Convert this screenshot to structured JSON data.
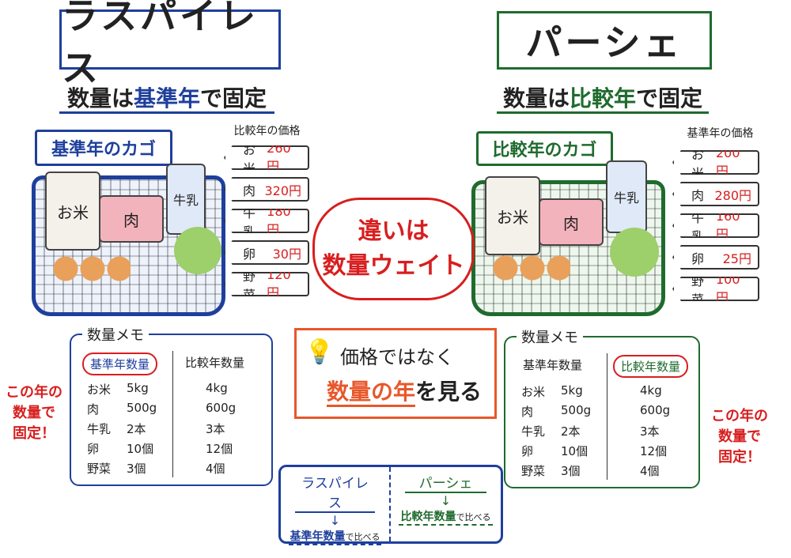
{
  "colors": {
    "laspeyres": "#1e3f9c",
    "paasche": "#1f6b2e",
    "accent": "#d81e1e"
  },
  "left": {
    "title": "ラスパイレス",
    "subtitle": {
      "pre": "数量は",
      "key": "基準年",
      "post": "で固定"
    },
    "basket_label": "基準年のカゴ",
    "price_heading": "比較年の価格",
    "prices": [
      {
        "item": "お米",
        "price": "260円"
      },
      {
        "item": "肉",
        "price": "320円"
      },
      {
        "item": "牛乳",
        "price": "180円"
      },
      {
        "item": "卵",
        "price": "30円"
      },
      {
        "item": "野菜",
        "price": "120円"
      }
    ],
    "basket_items": {
      "rice": "お米",
      "meat": "肉",
      "milk": "牛乳"
    },
    "memo": {
      "title": "数量メモ",
      "col1": "基準年数量",
      "col2": "比較年数量",
      "highlight": "col1",
      "rows": [
        {
          "item": "お米",
          "q1": "5kg",
          "q2": "4kg"
        },
        {
          "item": "肉",
          "q1": "500g",
          "q2": "600g"
        },
        {
          "item": "牛乳",
          "q1": "2本",
          "q2": "3本"
        },
        {
          "item": "卵",
          "q1": "10個",
          "q2": "12個"
        },
        {
          "item": "野菜",
          "q1": "3個",
          "q2": "4個"
        }
      ]
    },
    "note": [
      "この年の",
      "数量で",
      "固定！"
    ]
  },
  "right": {
    "title": "パーシェ",
    "subtitle": {
      "pre": "数量は",
      "key": "比較年",
      "post": "で固定"
    },
    "basket_label": "比較年のカゴ",
    "price_heading": "基準年の価格",
    "prices": [
      {
        "item": "お米",
        "price": "200円"
      },
      {
        "item": "肉",
        "price": "280円"
      },
      {
        "item": "牛乳",
        "price": "160円"
      },
      {
        "item": "卵",
        "price": "25円"
      },
      {
        "item": "野菜",
        "price": "100円"
      }
    ],
    "basket_items": {
      "rice": "お米",
      "meat": "肉",
      "milk": "牛乳"
    },
    "memo": {
      "title": "数量メモ",
      "col1": "基準年数量",
      "col2": "比較年数量",
      "highlight": "col2",
      "rows": [
        {
          "item": "お米",
          "q1": "5kg",
          "q2": "4kg"
        },
        {
          "item": "肉",
          "q1": "500g",
          "q2": "600g"
        },
        {
          "item": "牛乳",
          "q1": "2本",
          "q2": "3本"
        },
        {
          "item": "卵",
          "q1": "10個",
          "q2": "12個"
        },
        {
          "item": "野菜",
          "q1": "3個",
          "q2": "4個"
        }
      ]
    },
    "note": [
      "この年の",
      "数量で",
      "固定！"
    ]
  },
  "center": {
    "cloud": [
      "違いは",
      "数量ウェイト"
    ],
    "tip": {
      "line1": "価格ではなく",
      "key": "数量の年",
      "post": "を見る",
      "icon": "lightbulb-icon"
    }
  },
  "summary": {
    "left": {
      "title": "ラスパイレス",
      "arrow": "↓",
      "key": "基準年数量",
      "post": "で比べる"
    },
    "right": {
      "title": "パーシェ",
      "arrow": "↓",
      "key": "比較年数量",
      "post": "で比べる"
    }
  }
}
